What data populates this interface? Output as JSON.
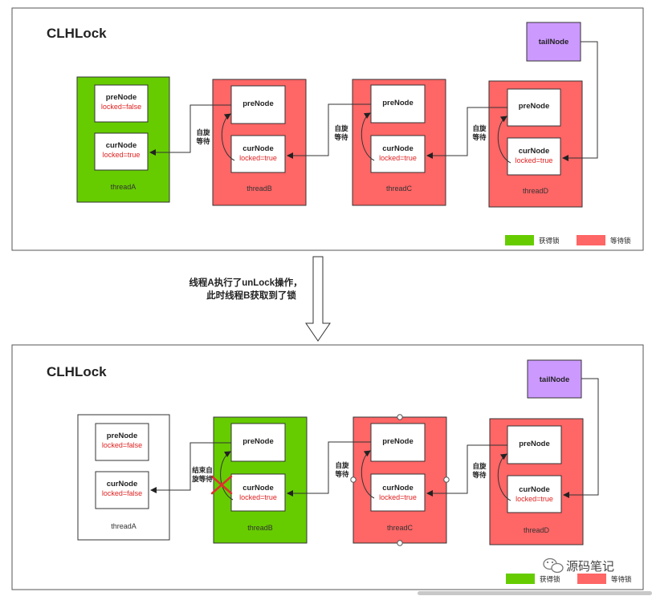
{
  "colors": {
    "acquired": "#66cc00",
    "waiting": "#ff6666",
    "tail": "#cc99ff",
    "released": "#ffffff",
    "node": "#ffffff"
  },
  "top": {
    "title": "CLHLock",
    "tail_node": "tailNode",
    "threads": [
      {
        "name": "threadA",
        "state": "acquired",
        "pre": "preNode",
        "pre_locked": "locked=false",
        "cur": "curNode",
        "cur_locked": "locked=true"
      },
      {
        "name": "threadB",
        "state": "waiting",
        "pre": "preNode",
        "cur": "curNode",
        "cur_locked": "locked=true",
        "wait_label": "自旋\n等待"
      },
      {
        "name": "threadC",
        "state": "waiting",
        "pre": "preNode",
        "cur": "curNode",
        "cur_locked": "locked=true",
        "wait_label": "自旋\n等待"
      },
      {
        "name": "threadD",
        "state": "waiting",
        "pre": "preNode",
        "cur": "curNode",
        "cur_locked": "locked=true",
        "wait_label": "自旋\n等待"
      }
    ],
    "legend": [
      {
        "label": "获得锁",
        "state": "acquired"
      },
      {
        "label": "等待锁",
        "state": "waiting"
      }
    ]
  },
  "transition": {
    "line1": "线程A执行了unLock操作，",
    "line2": "此时线程B获取到了锁"
  },
  "bottom": {
    "title": "CLHLock",
    "tail_node": "tailNode",
    "threads": [
      {
        "name": "threadA",
        "state": "released",
        "pre": "preNode",
        "pre_locked": "locked=false",
        "cur": "curNode",
        "cur_locked": "locked=false"
      },
      {
        "name": "threadB",
        "state": "acquired",
        "pre": "preNode",
        "cur": "curNode",
        "cur_locked": "locked=true",
        "wait_label": "结束自\n旋等待"
      },
      {
        "name": "threadC",
        "state": "waiting",
        "pre": "preNode",
        "cur": "curNode",
        "cur_locked": "locked=true",
        "wait_label": "自旋\n等待"
      },
      {
        "name": "threadD",
        "state": "waiting",
        "pre": "preNode",
        "cur": "curNode",
        "cur_locked": "locked=true",
        "wait_label": "自旋\n等待"
      }
    ],
    "legend": [
      {
        "label": "获得锁",
        "state": "acquired"
      },
      {
        "label": "等待锁",
        "state": "waiting"
      }
    ]
  },
  "watermark": {
    "icon": "wechat-icon",
    "text": "源码笔记"
  }
}
